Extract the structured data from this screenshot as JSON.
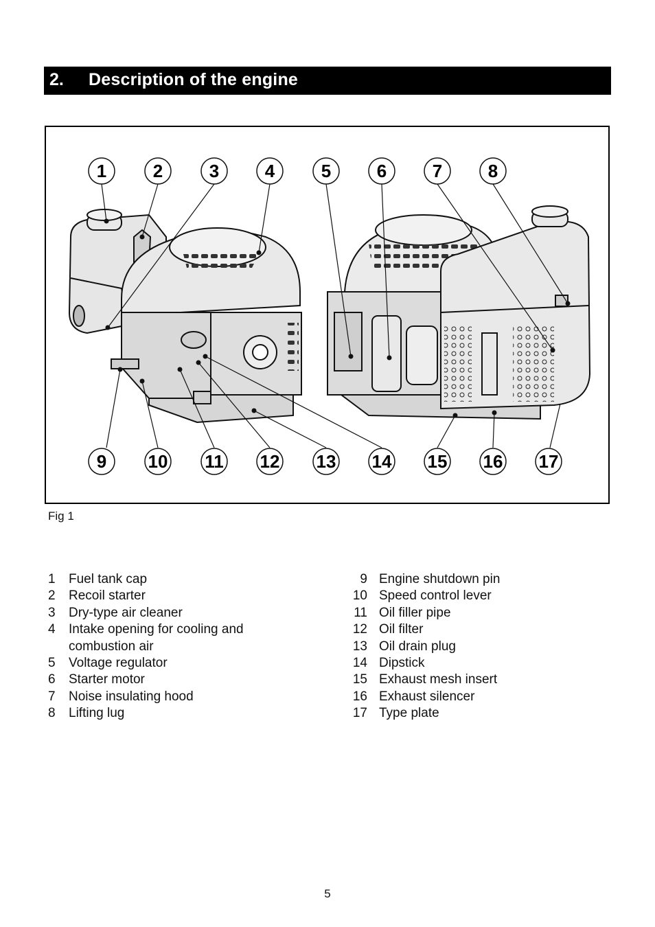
{
  "section": {
    "number": "2.",
    "title": "Description of the engine"
  },
  "figure": {
    "caption": "Fig 1",
    "callouts_top": [
      "1",
      "2",
      "3",
      "4",
      "5",
      "6",
      "7",
      "8"
    ],
    "callouts_bottom": [
      "9",
      "10",
      "11",
      "12",
      "13",
      "14",
      "15",
      "16",
      "17"
    ]
  },
  "legend_left": [
    {
      "num": "1",
      "text": "Fuel tank cap"
    },
    {
      "num": "2",
      "text": "Recoil starter"
    },
    {
      "num": "3",
      "text": "Dry-type air cleaner"
    },
    {
      "num": "4",
      "text": "Intake opening for cooling and"
    },
    {
      "num": "",
      "text": "combustion air"
    },
    {
      "num": "5",
      "text": "Voltage regulator"
    },
    {
      "num": "6",
      "text": "Starter motor"
    },
    {
      "num": "7",
      "text": "Noise insulating hood"
    },
    {
      "num": "8",
      "text": "Lifting lug"
    }
  ],
  "legend_right": [
    {
      "num": "9",
      "text": "Engine shutdown pin"
    },
    {
      "num": "10",
      "text": "Speed control lever"
    },
    {
      "num": "11",
      "text": "Oil filler pipe"
    },
    {
      "num": "12",
      "text": "Oil filter"
    },
    {
      "num": "13",
      "text": "Oil drain plug"
    },
    {
      "num": "14",
      "text": "Dipstick"
    },
    {
      "num": "15",
      "text": "Exhaust mesh insert"
    },
    {
      "num": "16",
      "text": "Exhaust silencer"
    },
    {
      "num": "17",
      "text": "Type plate"
    }
  ],
  "page_number": "5"
}
